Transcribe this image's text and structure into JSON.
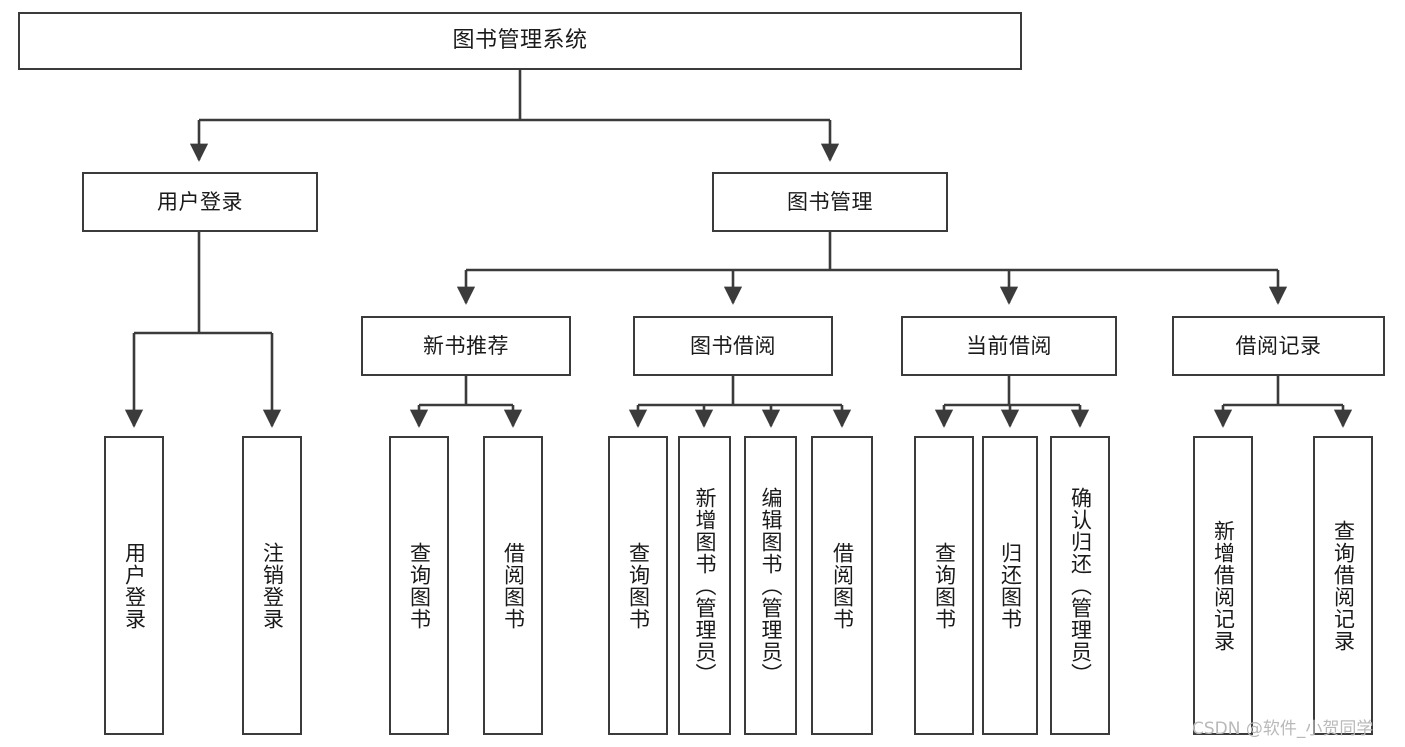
{
  "diagram": {
    "title": "图书管理系统",
    "type": "tree",
    "colors": {
      "background": "#ffffff",
      "node_border": "#3b3b3b",
      "node_fill": "#ffffff",
      "text": "#1a1a1a",
      "edge": "#3b3b3b",
      "watermark": "#b9b9b9"
    },
    "watermark": "CSDN @软件_小贺同学"
  },
  "nodes": {
    "root": {
      "label": "图书管理系统"
    },
    "level1": [
      {
        "id": "user-login",
        "label": "用户登录"
      },
      {
        "id": "book-management",
        "label": "图书管理"
      }
    ],
    "level2": [
      {
        "id": "new-book-recommend",
        "label": "新书推荐"
      },
      {
        "id": "book-borrow",
        "label": "图书借阅"
      },
      {
        "id": "current-borrow",
        "label": "当前借阅"
      },
      {
        "id": "borrow-record",
        "label": "借阅记录"
      }
    ],
    "leaves": {
      "user_login": [
        {
          "id": "leaf-user-login",
          "label": "用户登录"
        },
        {
          "id": "leaf-logout-login",
          "label": "注销登录"
        }
      ],
      "new_book_recommend": [
        {
          "id": "leaf-query-book-1",
          "label": "查询图书"
        },
        {
          "id": "leaf-borrow-book-1",
          "label": "借阅图书"
        }
      ],
      "book_borrow": [
        {
          "id": "leaf-query-book-2",
          "label": "查询图书"
        },
        {
          "id": "leaf-add-book",
          "label": "新增图书（管理员）"
        },
        {
          "id": "leaf-edit-book",
          "label": "编辑图书（管理员）"
        },
        {
          "id": "leaf-borrow-book-2",
          "label": "借阅图书"
        }
      ],
      "current_borrow": [
        {
          "id": "leaf-query-book-3",
          "label": "查询图书"
        },
        {
          "id": "leaf-return-book",
          "label": "归还图书"
        },
        {
          "id": "leaf-confirm-return",
          "label": "确认归还（管理员）"
        }
      ],
      "borrow_record": [
        {
          "id": "leaf-add-record",
          "label": "新增借阅记录"
        },
        {
          "id": "leaf-query-record",
          "label": "查询借阅记录"
        }
      ]
    }
  }
}
